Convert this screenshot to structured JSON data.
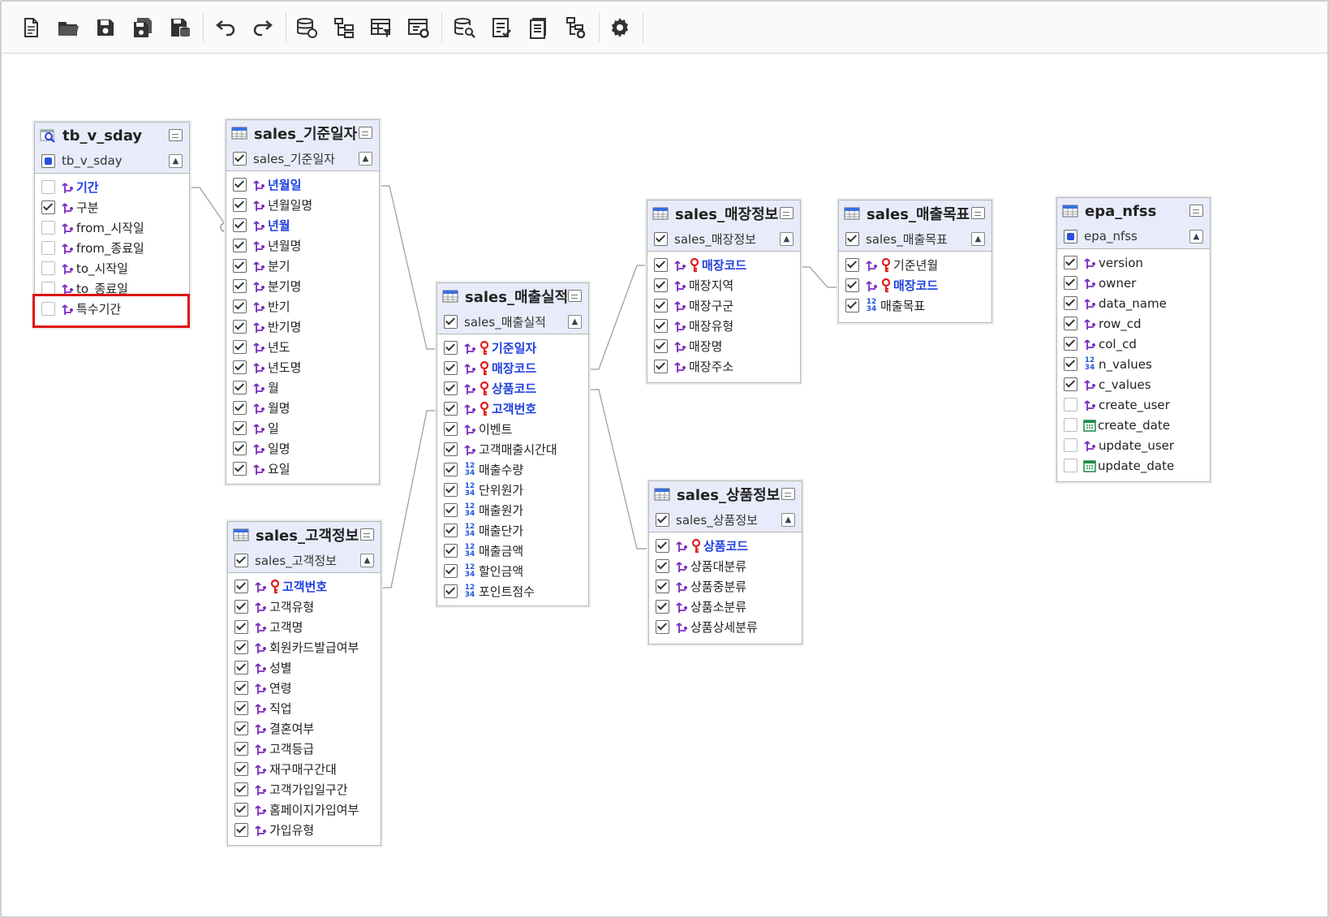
{
  "toolbar": {
    "buttons": [
      {
        "name": "new-document-button",
        "icon": "new-document-icon"
      },
      {
        "name": "open-folder-button",
        "icon": "folder-open-icon"
      },
      {
        "name": "save-button",
        "icon": "save-icon"
      },
      {
        "name": "save-as-button",
        "icon": "save-as-icon"
      },
      {
        "name": "save-to-db-button",
        "icon": "save-db-icon"
      },
      {
        "name": "undo-button",
        "icon": "undo-icon"
      },
      {
        "name": "redo-button",
        "icon": "redo-icon"
      },
      {
        "name": "datasource-button",
        "icon": "database-link-icon"
      },
      {
        "name": "hierarchy-button",
        "icon": "hierarchy-icon"
      },
      {
        "name": "table-filter-button",
        "icon": "table-filter-icon"
      },
      {
        "name": "table-settings-button",
        "icon": "table-settings-icon"
      },
      {
        "name": "db-search-button",
        "icon": "database-search-icon"
      },
      {
        "name": "checklist-button",
        "icon": "checklist-icon"
      },
      {
        "name": "report-button",
        "icon": "report-icon"
      },
      {
        "name": "tree-settings-button",
        "icon": "tree-settings-icon"
      },
      {
        "name": "settings-button",
        "icon": "gear-icon"
      }
    ]
  },
  "tables": {
    "tb_v_sday": {
      "title": "tb_v_sday",
      "alias": "tb_v_sday",
      "type": "view",
      "alias_check": "blue",
      "columns": [
        {
          "name": "기간",
          "checked": false,
          "pk": true,
          "type": "text"
        },
        {
          "name": "구분",
          "checked": true,
          "pk": false,
          "type": "text"
        },
        {
          "name": "from_시작일",
          "checked": false,
          "pk": false,
          "type": "text"
        },
        {
          "name": "from_종료일",
          "checked": false,
          "pk": false,
          "type": "text"
        },
        {
          "name": "to_시작일",
          "checked": false,
          "pk": false,
          "type": "text"
        },
        {
          "name": "to_종료일",
          "checked": false,
          "pk": false,
          "type": "text"
        },
        {
          "name": "특수기간",
          "checked": false,
          "pk": false,
          "type": "text"
        }
      ]
    },
    "sales_base_date": {
      "title": "sales_기준일자",
      "alias": "sales_기준일자",
      "type": "table",
      "alias_check": "on",
      "columns": [
        {
          "name": "년월일",
          "checked": true,
          "pk": true,
          "type": "text"
        },
        {
          "name": "년월일명",
          "checked": true,
          "pk": false,
          "type": "text"
        },
        {
          "name": "년월",
          "checked": true,
          "pk": true,
          "type": "text"
        },
        {
          "name": "년월명",
          "checked": true,
          "pk": false,
          "type": "text"
        },
        {
          "name": "분기",
          "checked": true,
          "pk": false,
          "type": "text"
        },
        {
          "name": "분기명",
          "checked": true,
          "pk": false,
          "type": "text"
        },
        {
          "name": "반기",
          "checked": true,
          "pk": false,
          "type": "text"
        },
        {
          "name": "반기명",
          "checked": true,
          "pk": false,
          "type": "text"
        },
        {
          "name": "년도",
          "checked": true,
          "pk": false,
          "type": "text"
        },
        {
          "name": "년도명",
          "checked": true,
          "pk": false,
          "type": "text"
        },
        {
          "name": "월",
          "checked": true,
          "pk": false,
          "type": "text"
        },
        {
          "name": "월명",
          "checked": true,
          "pk": false,
          "type": "text"
        },
        {
          "name": "일",
          "checked": true,
          "pk": false,
          "type": "text"
        },
        {
          "name": "일명",
          "checked": true,
          "pk": false,
          "type": "text"
        },
        {
          "name": "요일",
          "checked": true,
          "pk": false,
          "type": "text"
        }
      ]
    },
    "sales_customer": {
      "title": "sales_고객정보",
      "alias": "sales_고객정보",
      "type": "table",
      "alias_check": "on",
      "columns": [
        {
          "name": "고객번호",
          "checked": true,
          "pk": true,
          "key": true,
          "type": "text"
        },
        {
          "name": "고객유형",
          "checked": true,
          "pk": false,
          "type": "text"
        },
        {
          "name": "고객명",
          "checked": true,
          "pk": false,
          "type": "text"
        },
        {
          "name": "회원카드발급여부",
          "checked": true,
          "pk": false,
          "type": "text"
        },
        {
          "name": "성별",
          "checked": true,
          "pk": false,
          "type": "text"
        },
        {
          "name": "연령",
          "checked": true,
          "pk": false,
          "type": "text"
        },
        {
          "name": "직업",
          "checked": true,
          "pk": false,
          "type": "text"
        },
        {
          "name": "결혼여부",
          "checked": true,
          "pk": false,
          "type": "text"
        },
        {
          "name": "고객등급",
          "checked": true,
          "pk": false,
          "type": "text"
        },
        {
          "name": "재구매구간대",
          "checked": true,
          "pk": false,
          "type": "text"
        },
        {
          "name": "고객가입일구간",
          "checked": true,
          "pk": false,
          "type": "text"
        },
        {
          "name": "홈페이지가입여부",
          "checked": true,
          "pk": false,
          "type": "text"
        },
        {
          "name": "가입유형",
          "checked": true,
          "pk": false,
          "type": "text"
        }
      ]
    },
    "sales_actual": {
      "title": "sales_매출실적",
      "alias": "sales_매출실적",
      "type": "table",
      "alias_check": "on",
      "columns": [
        {
          "name": "기준일자",
          "checked": true,
          "pk": true,
          "key": true,
          "type": "text"
        },
        {
          "name": "매장코드",
          "checked": true,
          "pk": true,
          "key": true,
          "type": "text"
        },
        {
          "name": "상품코드",
          "checked": true,
          "pk": true,
          "key": true,
          "type": "text"
        },
        {
          "name": "고객번호",
          "checked": true,
          "pk": true,
          "key": true,
          "type": "text"
        },
        {
          "name": "이벤트",
          "checked": true,
          "pk": false,
          "type": "text"
        },
        {
          "name": "고객매출시간대",
          "checked": true,
          "pk": false,
          "type": "text"
        },
        {
          "name": "매출수량",
          "checked": true,
          "pk": false,
          "type": "number"
        },
        {
          "name": "단위원가",
          "checked": true,
          "pk": false,
          "type": "number"
        },
        {
          "name": "매출원가",
          "checked": true,
          "pk": false,
          "type": "number"
        },
        {
          "name": "매출단가",
          "checked": true,
          "pk": false,
          "type": "number"
        },
        {
          "name": "매출금액",
          "checked": true,
          "pk": false,
          "type": "number"
        },
        {
          "name": "할인금액",
          "checked": true,
          "pk": false,
          "type": "number"
        },
        {
          "name": "포인트점수",
          "checked": true,
          "pk": false,
          "type": "number"
        }
      ]
    },
    "sales_store": {
      "title": "sales_매장정보",
      "alias": "sales_매장정보",
      "type": "table",
      "alias_check": "on",
      "columns": [
        {
          "name": "매장코드",
          "checked": true,
          "pk": true,
          "key": true,
          "type": "text"
        },
        {
          "name": "매장지역",
          "checked": true,
          "pk": false,
          "type": "text"
        },
        {
          "name": "매장구군",
          "checked": true,
          "pk": false,
          "type": "text"
        },
        {
          "name": "매장유형",
          "checked": true,
          "pk": false,
          "type": "text"
        },
        {
          "name": "매장명",
          "checked": true,
          "pk": false,
          "type": "text"
        },
        {
          "name": "매장주소",
          "checked": true,
          "pk": false,
          "type": "text"
        }
      ]
    },
    "sales_target": {
      "title": "sales_매출목표",
      "alias": "sales_매출목표",
      "type": "table",
      "alias_check": "on",
      "columns": [
        {
          "name": "기준년월",
          "checked": true,
          "pk": false,
          "key": true,
          "type": "text"
        },
        {
          "name": "매장코드",
          "checked": true,
          "pk": true,
          "key": true,
          "type": "text"
        },
        {
          "name": "매출목표",
          "checked": true,
          "pk": false,
          "type": "number"
        }
      ]
    },
    "sales_product": {
      "title": "sales_상품정보",
      "alias": "sales_상품정보",
      "type": "table",
      "alias_check": "on",
      "columns": [
        {
          "name": "상품코드",
          "checked": true,
          "pk": true,
          "key": true,
          "type": "text"
        },
        {
          "name": "상품대분류",
          "checked": true,
          "pk": false,
          "type": "text"
        },
        {
          "name": "상품중분류",
          "checked": true,
          "pk": false,
          "type": "text"
        },
        {
          "name": "상품소분류",
          "checked": true,
          "pk": false,
          "type": "text"
        },
        {
          "name": "상품상세분류",
          "checked": true,
          "pk": false,
          "type": "text"
        }
      ]
    },
    "epa_nfss": {
      "title": "epa_nfss",
      "alias": "epa_nfss",
      "type": "table",
      "alias_check": "blue",
      "columns": [
        {
          "name": "version",
          "checked": true,
          "pk": false,
          "type": "text"
        },
        {
          "name": "owner",
          "checked": true,
          "pk": false,
          "type": "text"
        },
        {
          "name": "data_name",
          "checked": true,
          "pk": false,
          "type": "text"
        },
        {
          "name": "row_cd",
          "checked": true,
          "pk": false,
          "type": "text"
        },
        {
          "name": "col_cd",
          "checked": true,
          "pk": false,
          "type": "text"
        },
        {
          "name": "n_values",
          "checked": true,
          "pk": false,
          "type": "number"
        },
        {
          "name": "c_values",
          "checked": true,
          "pk": false,
          "type": "text"
        },
        {
          "name": "create_user",
          "checked": false,
          "pk": false,
          "type": "text"
        },
        {
          "name": "create_date",
          "checked": false,
          "pk": false,
          "type": "date"
        },
        {
          "name": "update_user",
          "checked": false,
          "pk": false,
          "type": "text"
        },
        {
          "name": "update_date",
          "checked": false,
          "pk": false,
          "type": "date"
        }
      ]
    }
  },
  "colors": {
    "pk_text": "#1f3fe0",
    "key_icon": "#e01e1e",
    "field_icon": "#7a2bc0",
    "highlight": "#e01010"
  }
}
